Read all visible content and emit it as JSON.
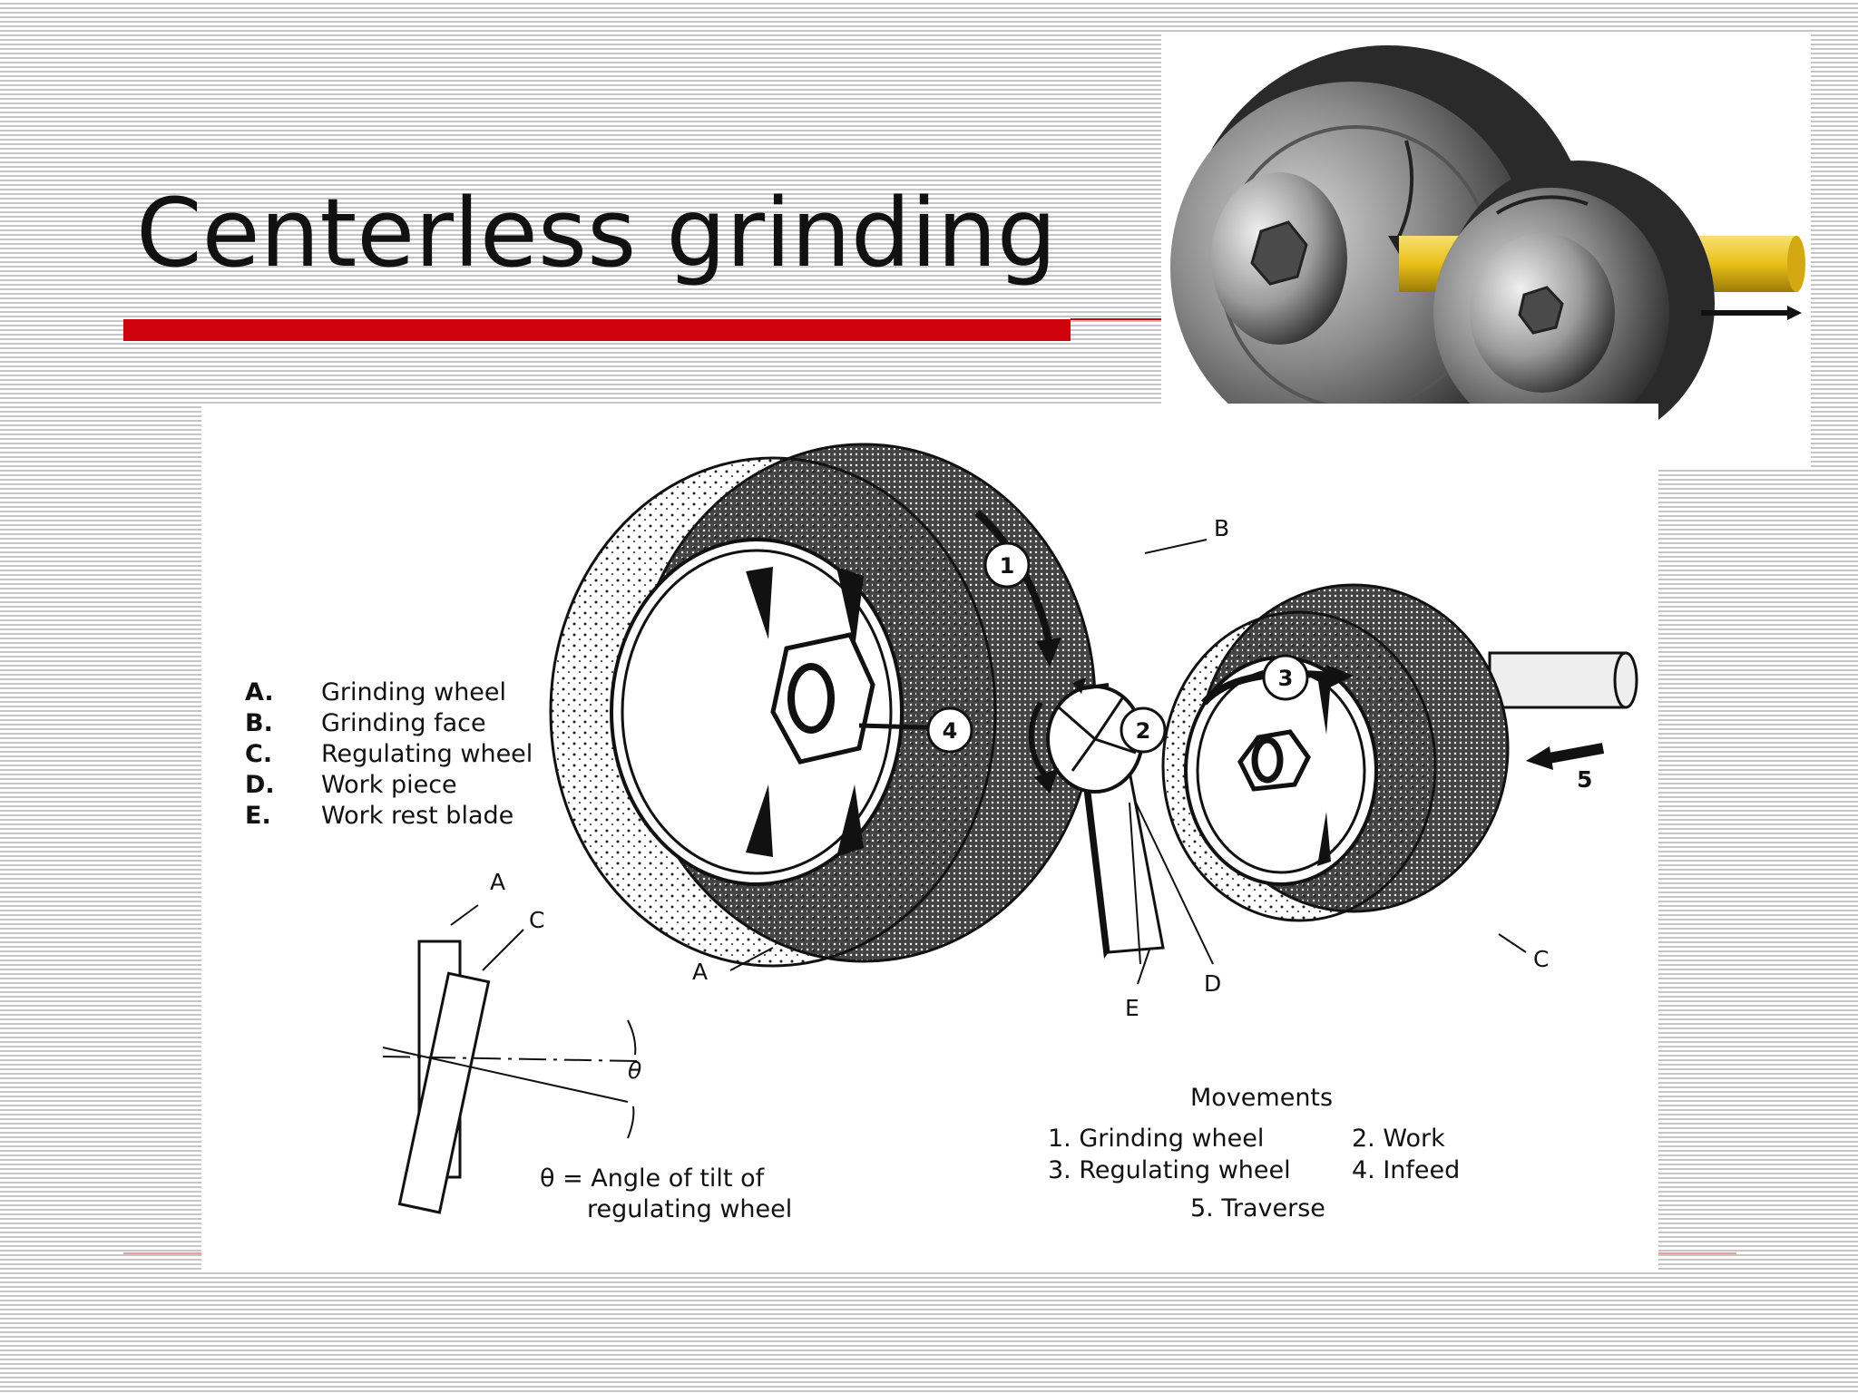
{
  "slide": {
    "title": "Centerless grinding"
  },
  "legend": [
    {
      "letter": "A.",
      "text": "Grinding wheel"
    },
    {
      "letter": "B.",
      "text": "Grinding face"
    },
    {
      "letter": "C.",
      "text": "Regulating wheel"
    },
    {
      "letter": "D.",
      "text": "Work piece"
    },
    {
      "letter": "E.",
      "text": "Work rest blade"
    }
  ],
  "callouts": {
    "a": "A",
    "b": "B",
    "c": "C",
    "d": "D",
    "e": "E",
    "five": "5",
    "theta": "θ"
  },
  "circle_numbers": [
    "1",
    "2",
    "3",
    "4"
  ],
  "tilt_diagram": {
    "a": "A",
    "c": "C",
    "caption_line1": "θ = Angle of tilt of",
    "caption_line2": "regulating wheel"
  },
  "movements": {
    "title": "Movements",
    "items": [
      "1.  Grinding wheel",
      "2.  Work",
      "3. Regulating wheel",
      "4.  Infeed",
      "5.  Traverse"
    ]
  },
  "colors": {
    "accent_red": "#d0020c",
    "workpiece_yellow": "#e8c018",
    "work_rest_blue": "#3a5fbf"
  }
}
